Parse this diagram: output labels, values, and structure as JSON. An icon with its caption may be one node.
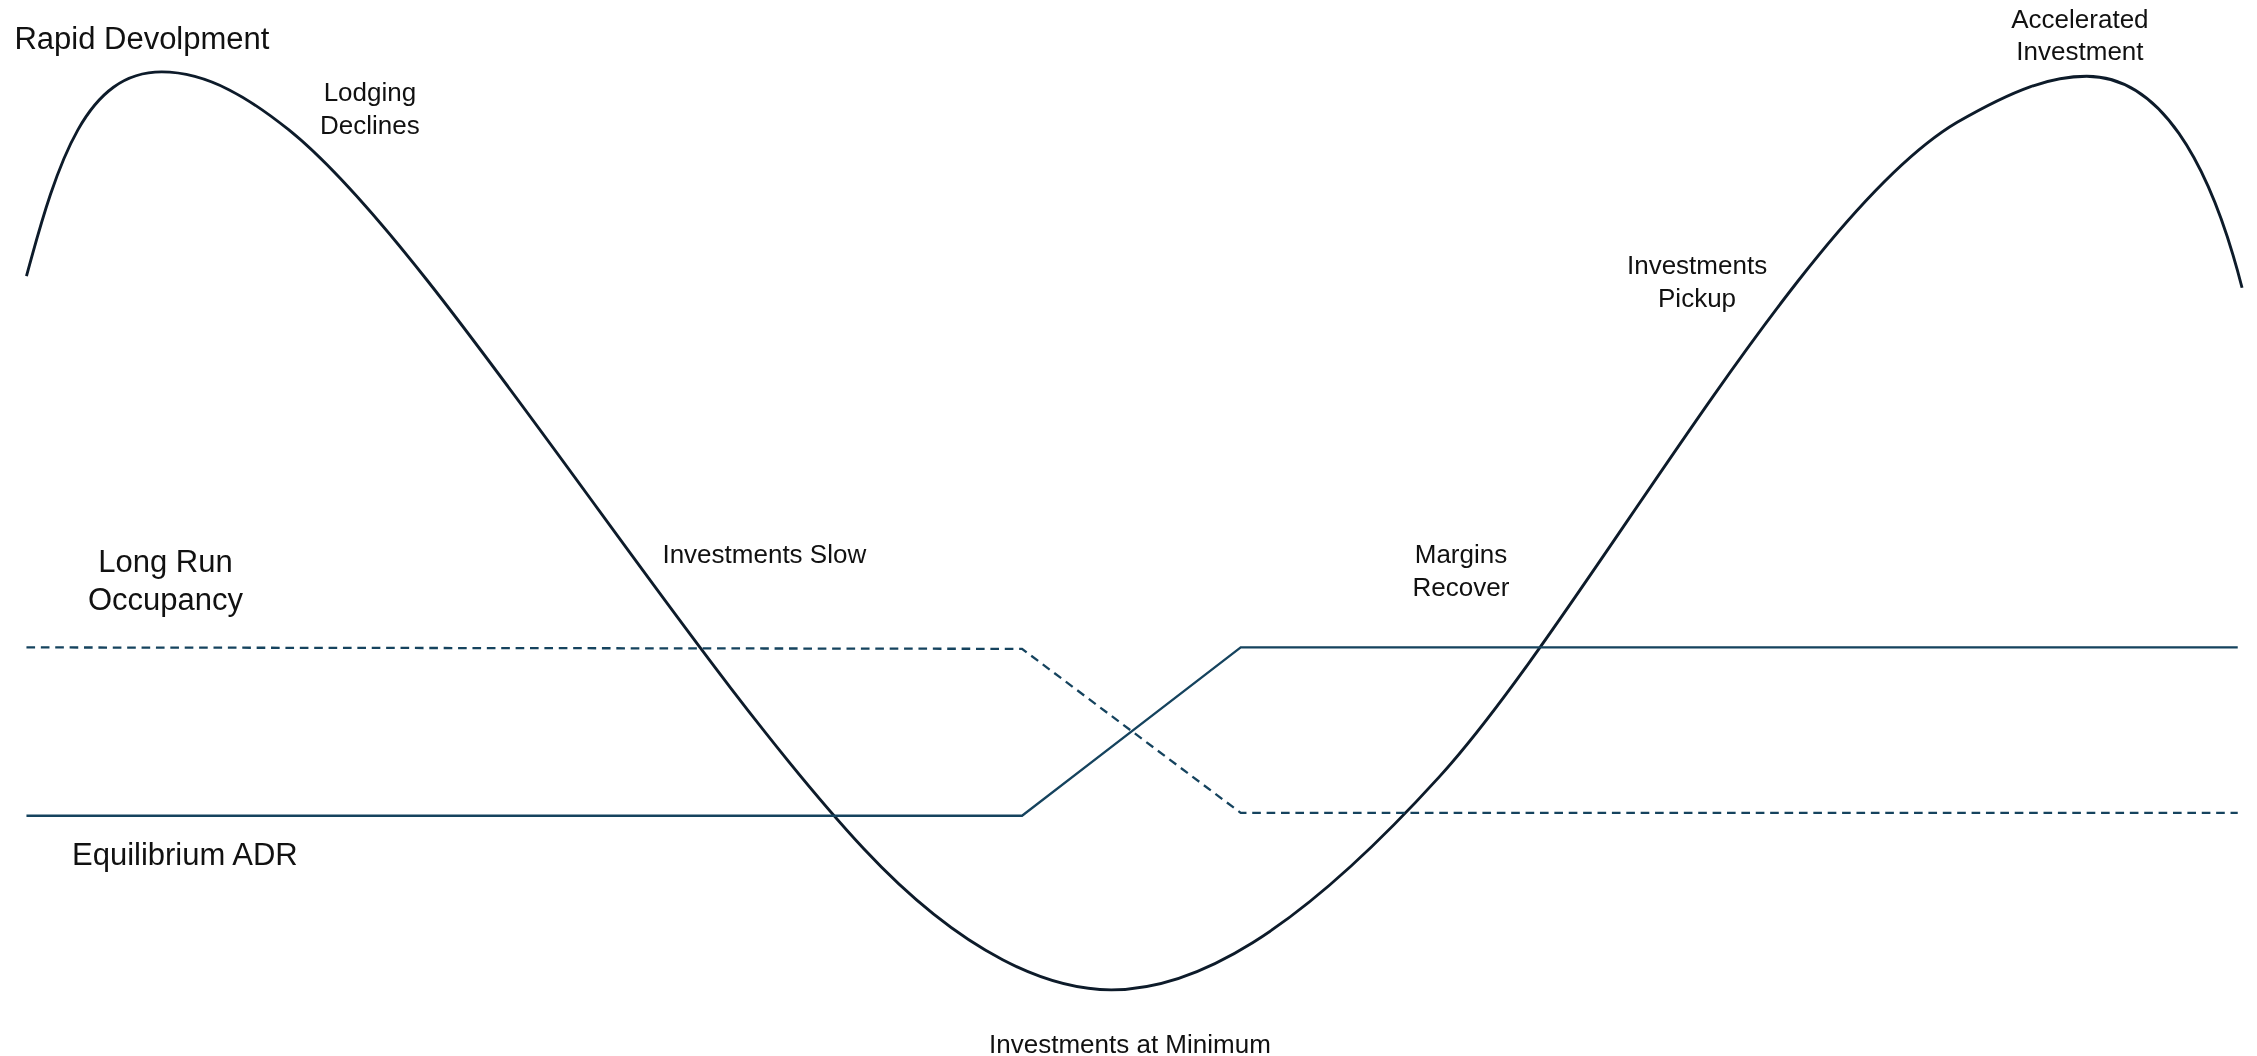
{
  "diagram": {
    "labels": [
      "Rapid Devolpment",
      "Lodging Declines",
      "Accelerated Investment",
      "Investments Pickup",
      "Long Run Occupancy",
      "Investments Slow",
      "Margins Recover",
      "Equilibrium ADR",
      "Investments at Minimum"
    ]
  }
}
